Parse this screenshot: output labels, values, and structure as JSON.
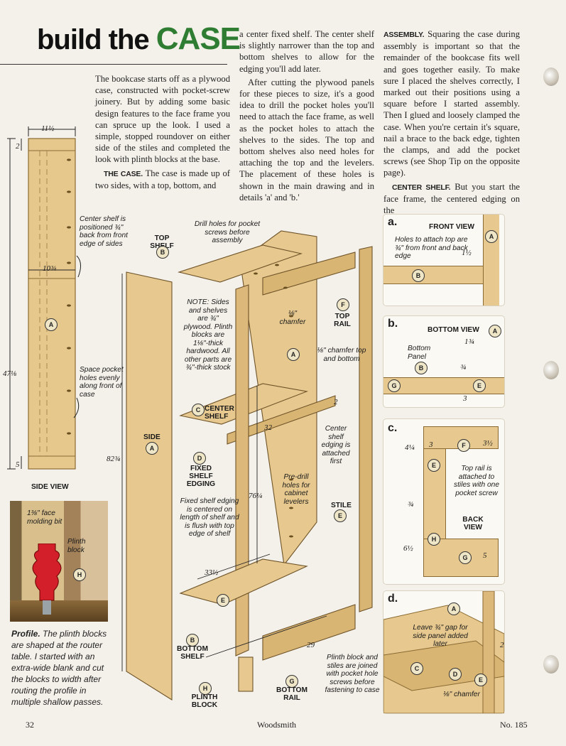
{
  "header": {
    "title_part1": "build the",
    "title_part2": "CASE"
  },
  "col1": {
    "p1": "The bookcase starts off as a plywood case, constructed with pocket-screw joinery. But by adding some basic design features to the face frame you can spruce up the look. I used a simple, stopped roundover on either side of the stiles and completed the look with plinth blocks at the base.",
    "p2_head": "THE CASE.",
    "p2": " The case is made up of two sides, with a top, bottom, and"
  },
  "col2": {
    "p1": "a center fixed shelf. The center shelf is slightly narrower than the top and bottom shelves to allow for the edging you'll add later.",
    "p2": "After cutting the plywood panels for these pieces to size, it's a good idea to drill the pocket holes you'll need to attach the face frame, as well as the pocket holes to attach the shelves to the sides. The top and bottom shelves also need holes for attaching the top and the levelers. The placement of these holes is shown in the main drawing and in details 'a' and 'b.'"
  },
  "col3": {
    "p1_head": "ASSEMBLY.",
    "p1": " Squaring the case during assembly is important so that the remainder of the bookcase fits well and goes together easily. To make sure I placed the shelves correctly, I marked out their positions using a square before I started assembly. Then I glued and loosely clamped the case. When you're certain it's square, nail a brace to the back edge, tighten the clamps, and add the pocket screws (see Shop Tip on the opposite page).",
    "p2_head": "CENTER SHELF.",
    "p2": " But you start the face frame, the centered edging on the"
  },
  "side_view": {
    "label": "SIDE VIEW",
    "dim_top_width": "11½",
    "dim_top_2": "2",
    "dim_mid_width": "10¾",
    "dim_height": "47⅛",
    "dim_bottom_5": "5",
    "note_center": "Center shelf is positioned ¾\" back from front edge of sides",
    "note_space": "Space pocket holes evenly along front of case",
    "callout": "A"
  },
  "profile": {
    "note_bit": "1⅜\" face molding bit",
    "note_plinth": "Plinth block",
    "callout": "H",
    "caption_head": "Profile.",
    "caption": " The plinth blocks are shaped at the router table. I started with an extra-wide blank and cut the blocks to width after routing the profile in multiple shallow passes."
  },
  "main": {
    "top_shelf": "TOP SHELF",
    "callout_b": "B",
    "drill_note": "Drill holes for pocket screws before assembly",
    "note_sides": "NOTE: Sides and shelves are ¾\" plywood. Plinth blocks are 1⅛\"-thick hardwood. All other parts are ¾\"-thick stock",
    "chamfer": "⅛\" chamfer",
    "top_rail": "TOP RAIL",
    "callout_f": "F",
    "callout_a": "A",
    "chamfer_top_bottom": "⅛\" chamfer top and bottom",
    "center_shelf": "CENTER SHELF",
    "callout_c": "C",
    "dim_2": "2",
    "dim_32": "32",
    "center_edging_note": "Center shelf edging is attached first",
    "side": "SIDE",
    "dim_82": "82¾",
    "callout_d": "D",
    "fixed_shelf_edging": "FIXED SHELF EDGING",
    "predrill": "Pre-drill holes for cabinet levelers",
    "stile": "STILE",
    "callout_e": "E",
    "fixed_shelf_note": "Fixed shelf edging is centered on length of shelf and is flush with top edge of shelf",
    "dim_76": "76¼",
    "dim_33": "33½",
    "bottom_shelf": "BOTTOM SHELF",
    "dim_29": "29",
    "plinth_note": "Plinth block and stiles are joined with pocket hole screws before fastening to case",
    "bottom_rail": "BOTTOM RAIL",
    "callout_g": "G",
    "plinth_block": "PLINTH BLOCK",
    "callout_h": "H"
  },
  "detail_a": {
    "letter": "a.",
    "title": "FRONT VIEW",
    "note": "Holes to attach top are ¾\" from front and back edge",
    "dim": "1½",
    "callout_a": "A",
    "callout_b": "B"
  },
  "detail_b": {
    "letter": "b.",
    "title": "BOTTOM VIEW",
    "note": "Bottom Panel",
    "dim_134": "1¾",
    "dim_34": "¾",
    "dim_3": "3",
    "callout_a": "A",
    "callout_b": "B",
    "callout_g": "G",
    "callout_e": "E"
  },
  "detail_c": {
    "letter": "c.",
    "dim_414": "4¼",
    "dim_3": "3",
    "dim_312": "3½",
    "dim_34": "¾",
    "dim_612": "6½",
    "dim_5": "5",
    "note": "Top rail is attached to stiles with one pocket screw",
    "back_view": "BACK VIEW",
    "callout_f": "F",
    "callout_e": "E",
    "callout_h": "H",
    "callout_g": "G"
  },
  "detail_d": {
    "letter": "d.",
    "note": "Leave ¾\" gap for side panel added later",
    "chamfer": "⅛\" chamfer",
    "dim_2": "2",
    "callout_a": "A",
    "callout_c": "C",
    "callout_d": "D",
    "callout_e": "E"
  },
  "footer": {
    "page": "32",
    "magazine": "Woodsmith",
    "issue": "No. 185"
  }
}
